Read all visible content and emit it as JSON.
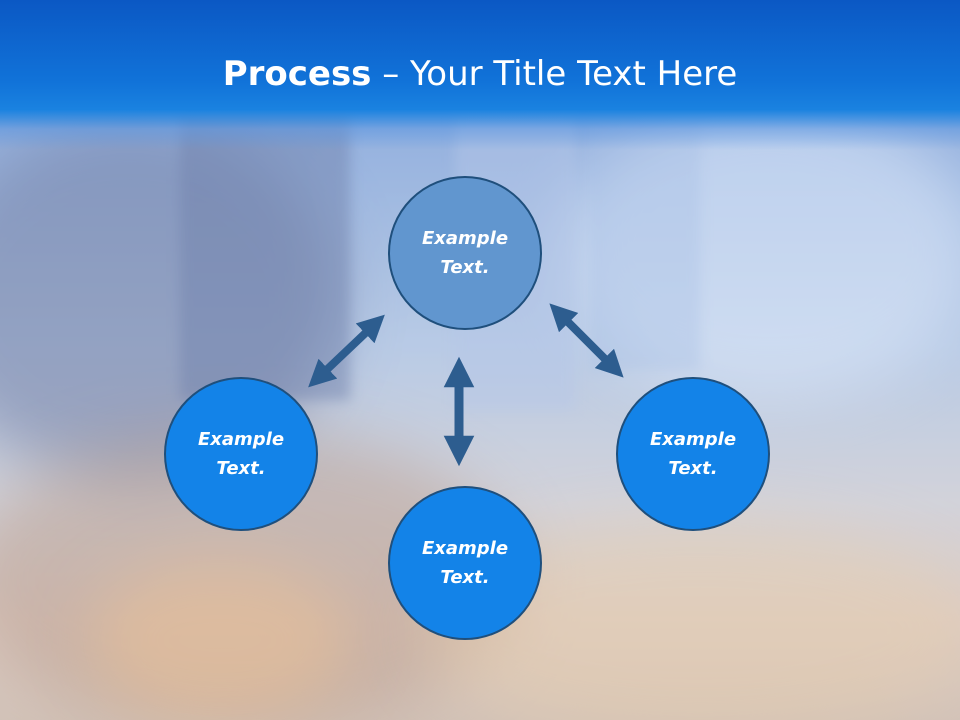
{
  "title": {
    "bold": "Process",
    "rest": " – Your Title Text Here"
  },
  "nodes": [
    {
      "label": "Example\nText."
    },
    {
      "label": "Example\nText."
    },
    {
      "label": "Example\nText."
    },
    {
      "label": "Example\nText."
    }
  ],
  "colors": {
    "title_bar": "#1173d9",
    "top_circle": "#6196cf",
    "circles": "#1383e8",
    "arrows": "#2d5d8f",
    "circle_border": "#1f4f7c"
  }
}
